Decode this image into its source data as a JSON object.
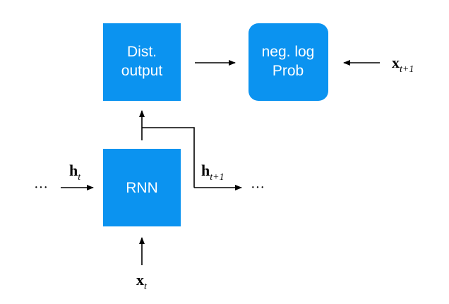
{
  "colors": {
    "box_fill": "#0b93f0",
    "arrow": "#000000"
  },
  "nodes": {
    "dist_output": {
      "line1": "Dist.",
      "line2": "output"
    },
    "neg_log_prob": {
      "line1": "neg. log",
      "line2": "Prob"
    },
    "rnn": {
      "label": "RNN"
    }
  },
  "labels": {
    "x_next": {
      "base": "x",
      "sub": "t+1"
    },
    "h_t": {
      "base": "h",
      "sub": "t"
    },
    "h_next": {
      "base": "h",
      "sub": "t+1"
    },
    "x_t": {
      "base": "x",
      "sub": "t"
    },
    "ellipsis_left": "···",
    "ellipsis_right": "···"
  }
}
